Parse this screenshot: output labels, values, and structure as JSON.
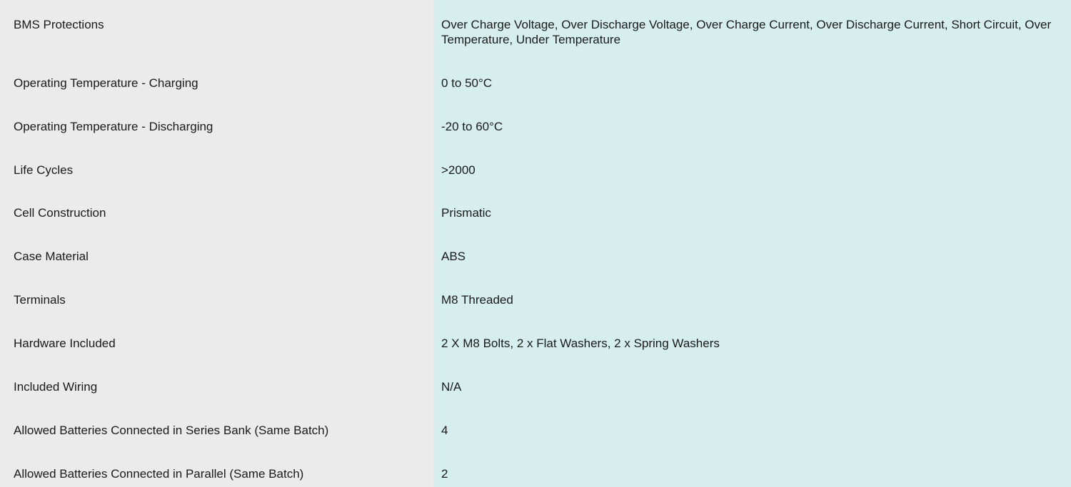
{
  "specs": [
    {
      "label": "BMS Protections",
      "value": "Over Charge Voltage, Over Discharge Voltage, Over Charge Current, Over Discharge Current, Short Circuit, Over Temperature, Under Temperature"
    },
    {
      "label": "Operating Temperature - Charging",
      "value": "0 to 50°C"
    },
    {
      "label": "Operating Temperature - Discharging",
      "value": "-20 to 60°C"
    },
    {
      "label": "Life Cycles",
      "value": ">2000"
    },
    {
      "label": "Cell Construction",
      "value": "Prismatic"
    },
    {
      "label": "Case Material",
      "value": "ABS"
    },
    {
      "label": "Terminals",
      "value": "M8 Threaded"
    },
    {
      "label": "Hardware Included",
      "value": "2 X M8 Bolts, 2 x Flat Washers, 2 x Spring Washers"
    },
    {
      "label": "Included Wiring",
      "value": "N/A"
    },
    {
      "label": "Allowed Batteries Connected in Series Bank (Same Batch)",
      "value": "4"
    },
    {
      "label": "Allowed Batteries Connected in Parallel (Same Batch)",
      "value": "2"
    }
  ],
  "colors": {
    "label_column_bg": "#ebebeb",
    "value_column_bg": "#d6eeee",
    "text": "#1a1a1a"
  }
}
